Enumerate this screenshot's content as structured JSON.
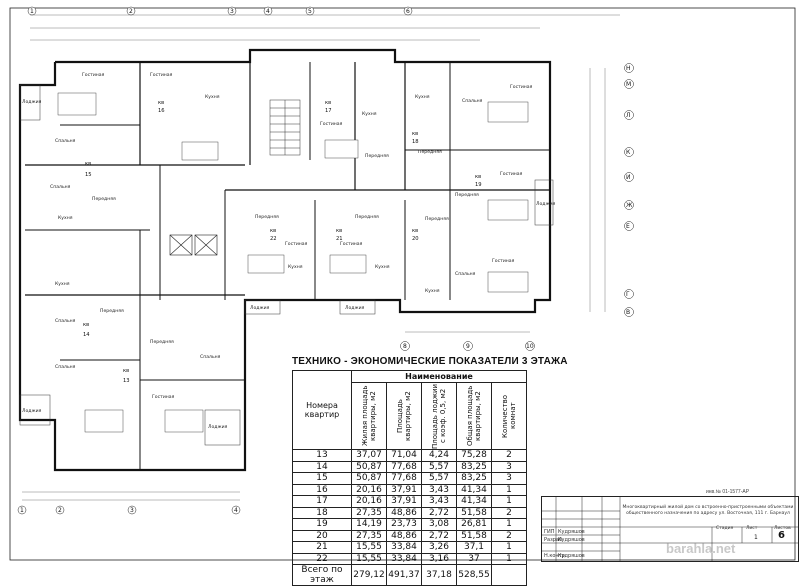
{
  "table": {
    "title": "ТЕХНИКО - ЭКОНОМИЧЕСКИЕ ПОКАЗАТЕЛИ 3 ЭТАЖА",
    "group_header": "Наименование",
    "columns": [
      "Номера квартир",
      "Жилая площадь квартиры, м2",
      "Площадь квартиры, м2",
      "Площадь лоджии с коэф. 0,5, м2",
      "Общая площадь квартиры, м2",
      "Количество комнат"
    ],
    "rows": [
      [
        "13",
        "37,07",
        "71,04",
        "4,24",
        "75,28",
        "2"
      ],
      [
        "14",
        "50,87",
        "77,68",
        "5,57",
        "83,25",
        "3"
      ],
      [
        "15",
        "50,87",
        "77,68",
        "5,57",
        "83,25",
        "3"
      ],
      [
        "16",
        "20,16",
        "37,91",
        "3,43",
        "41,34",
        "1"
      ],
      [
        "17",
        "20,16",
        "37,91",
        "3,43",
        "41,34",
        "1"
      ],
      [
        "18",
        "27,35",
        "48,86",
        "2,72",
        "51,58",
        "2"
      ],
      [
        "19",
        "14,19",
        "23,73",
        "3,08",
        "26,81",
        "1"
      ],
      [
        "20",
        "27,35",
        "48,86",
        "2,72",
        "51,58",
        "2"
      ],
      [
        "21",
        "15,55",
        "33,84",
        "3,26",
        "37,1",
        "1"
      ],
      [
        "22",
        "15,55",
        "33,84",
        "3,16",
        "37",
        "1"
      ]
    ],
    "total": [
      "Всего по этаж",
      "279,12",
      "491,37",
      "37,18",
      "528,55",
      ""
    ]
  },
  "plan": {
    "axes_top": [
      "1",
      "2",
      "3",
      "4",
      "5",
      "6"
    ],
    "axes_bottom_left": [
      "1",
      "2",
      "3",
      "4"
    ],
    "axes_bottom_right": [
      "8",
      "9",
      "10"
    ],
    "axes_right": [
      "Н",
      "М",
      "Л",
      "К",
      "И",
      "Ж",
      "Е",
      "Г",
      "В"
    ],
    "apartments": [
      {
        "no": "16",
        "rooms": [
          "Гостиная",
          "Кухня",
          "Передняя"
        ]
      },
      {
        "no": "17",
        "rooms": [
          "Гостиная",
          "Кухня",
          "Передняя"
        ]
      },
      {
        "no": "18",
        "rooms": [
          "Спальня",
          "Гостиная",
          "Кухня",
          "Передняя"
        ]
      },
      {
        "no": "19",
        "rooms": [
          "Гостиная",
          "Передняя"
        ]
      },
      {
        "no": "15",
        "rooms": [
          "Спальня",
          "Спальня",
          "Кухня",
          "Передняя",
          "Гостиная"
        ]
      },
      {
        "no": "22",
        "rooms": [
          "Гостиная",
          "Передняя",
          "Кухня"
        ]
      },
      {
        "no": "21",
        "rooms": [
          "Гостиная",
          "Передняя",
          "Кухня"
        ]
      },
      {
        "no": "20",
        "rooms": [
          "Передняя",
          "Спальня",
          "Гостиная",
          "Кухня"
        ]
      },
      {
        "no": "14",
        "rooms": [
          "Спальня",
          "Спальня",
          "Кухня",
          "Передняя"
        ]
      },
      {
        "no": "13",
        "rooms": [
          "Передняя",
          "Спальня",
          "Гостиная"
        ]
      }
    ],
    "extra_labels": [
      "Лоджия",
      "Лоджия",
      "Лоджия",
      "Лоджия",
      "Лоджия",
      "Лоджия"
    ],
    "kv_prefix": "кв"
  },
  "stamp": {
    "description": "Многоквартирный жилой дом со встроенно-пристроенными объектами общественного назначения по адресу ул. Восточная, 111 г. Барнаул",
    "col_stage": "Стадия",
    "col_sheet": "Лист",
    "col_sheets": "Листов",
    "sheet_number": "6",
    "sheet_of": "1",
    "roles": [
      "ГИП",
      "Разраб.",
      "Н.контр."
    ],
    "names": [
      "Кудряшов",
      "Кудряшов",
      "Кудряшов"
    ],
    "code": "инв.№ 01-1577-АР"
  },
  "watermark": "barahla.net"
}
